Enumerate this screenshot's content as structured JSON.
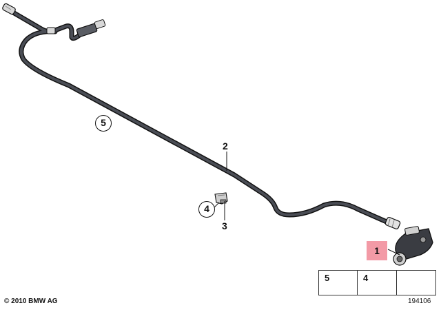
{
  "labels": {
    "part_1": "1",
    "part_2": "2",
    "part_3": "3",
    "part_4": "4",
    "part_5": "5"
  },
  "legend": {
    "item_a": "5",
    "item_b": "4"
  },
  "footer": {
    "copyright": "© 2010 BMW AG",
    "diagram_number": "194106"
  },
  "colors": {
    "hose": "#2b2d32",
    "highlight": "#f39aa6"
  }
}
